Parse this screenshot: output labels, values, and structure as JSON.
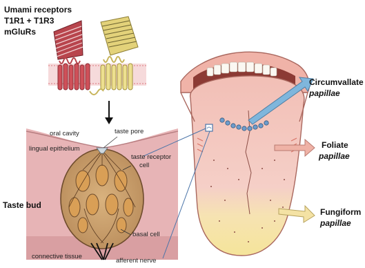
{
  "receptor_label": {
    "line1": "Umami receptors",
    "line2": "T1R1 + T1R3",
    "line3": "mGluRs"
  },
  "taste_bud_labels": {
    "oral_cavity": "oral cavity",
    "taste_pore": "taste pore",
    "lingual_epithelium": "lingual epithelium",
    "taste_receptor_line1": "taste receptor",
    "taste_receptor_line2": "cell",
    "basal_cell": "basal cell",
    "connective_tissue": "connective tissue",
    "afferent_nerve": "afferent nerve",
    "taste_bud": "Taste bud"
  },
  "papillae": {
    "circumvallate": {
      "name": "Circumvallate",
      "sub": "papillae",
      "color": "#7fb6dc"
    },
    "foliate": {
      "name": "Foliate",
      "sub": "papillae",
      "color": "#efb2a6"
    },
    "fungiform": {
      "name": "Fungiform",
      "sub": "papillae",
      "color": "#f4e2a4"
    }
  },
  "colors": {
    "receptor_red": "#b8454d",
    "receptor_yellow": "#e3d27a",
    "tissue_pink": "#e7b4b6",
    "tongue_pink": "#f4c9c0",
    "tongue_yellow": "#f6e7a0",
    "callout_blue": "#4a74a8"
  }
}
